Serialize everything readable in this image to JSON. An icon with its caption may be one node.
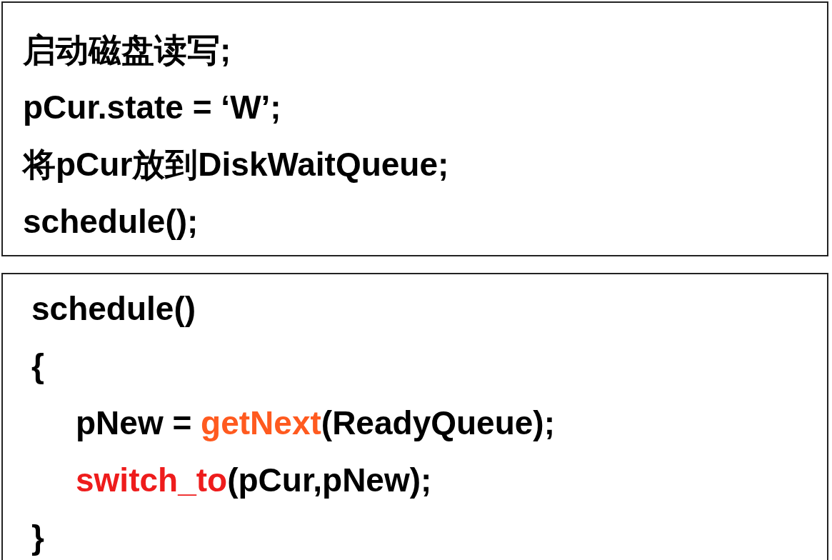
{
  "diagram": {
    "nodes": [
      {
        "text": [
          "启动磁盘读写;",
          "pCur.state = ‘W’;",
          "将pCur放到DiskWaitQueue;",
          "schedule();"
        ]
      },
      {
        "text": [
          "schedule()",
          "{",
          "pNew = getNext(ReadyQueue);",
          "switch_to(pCur,pNew);",
          "}"
        ]
      }
    ]
  }
}
